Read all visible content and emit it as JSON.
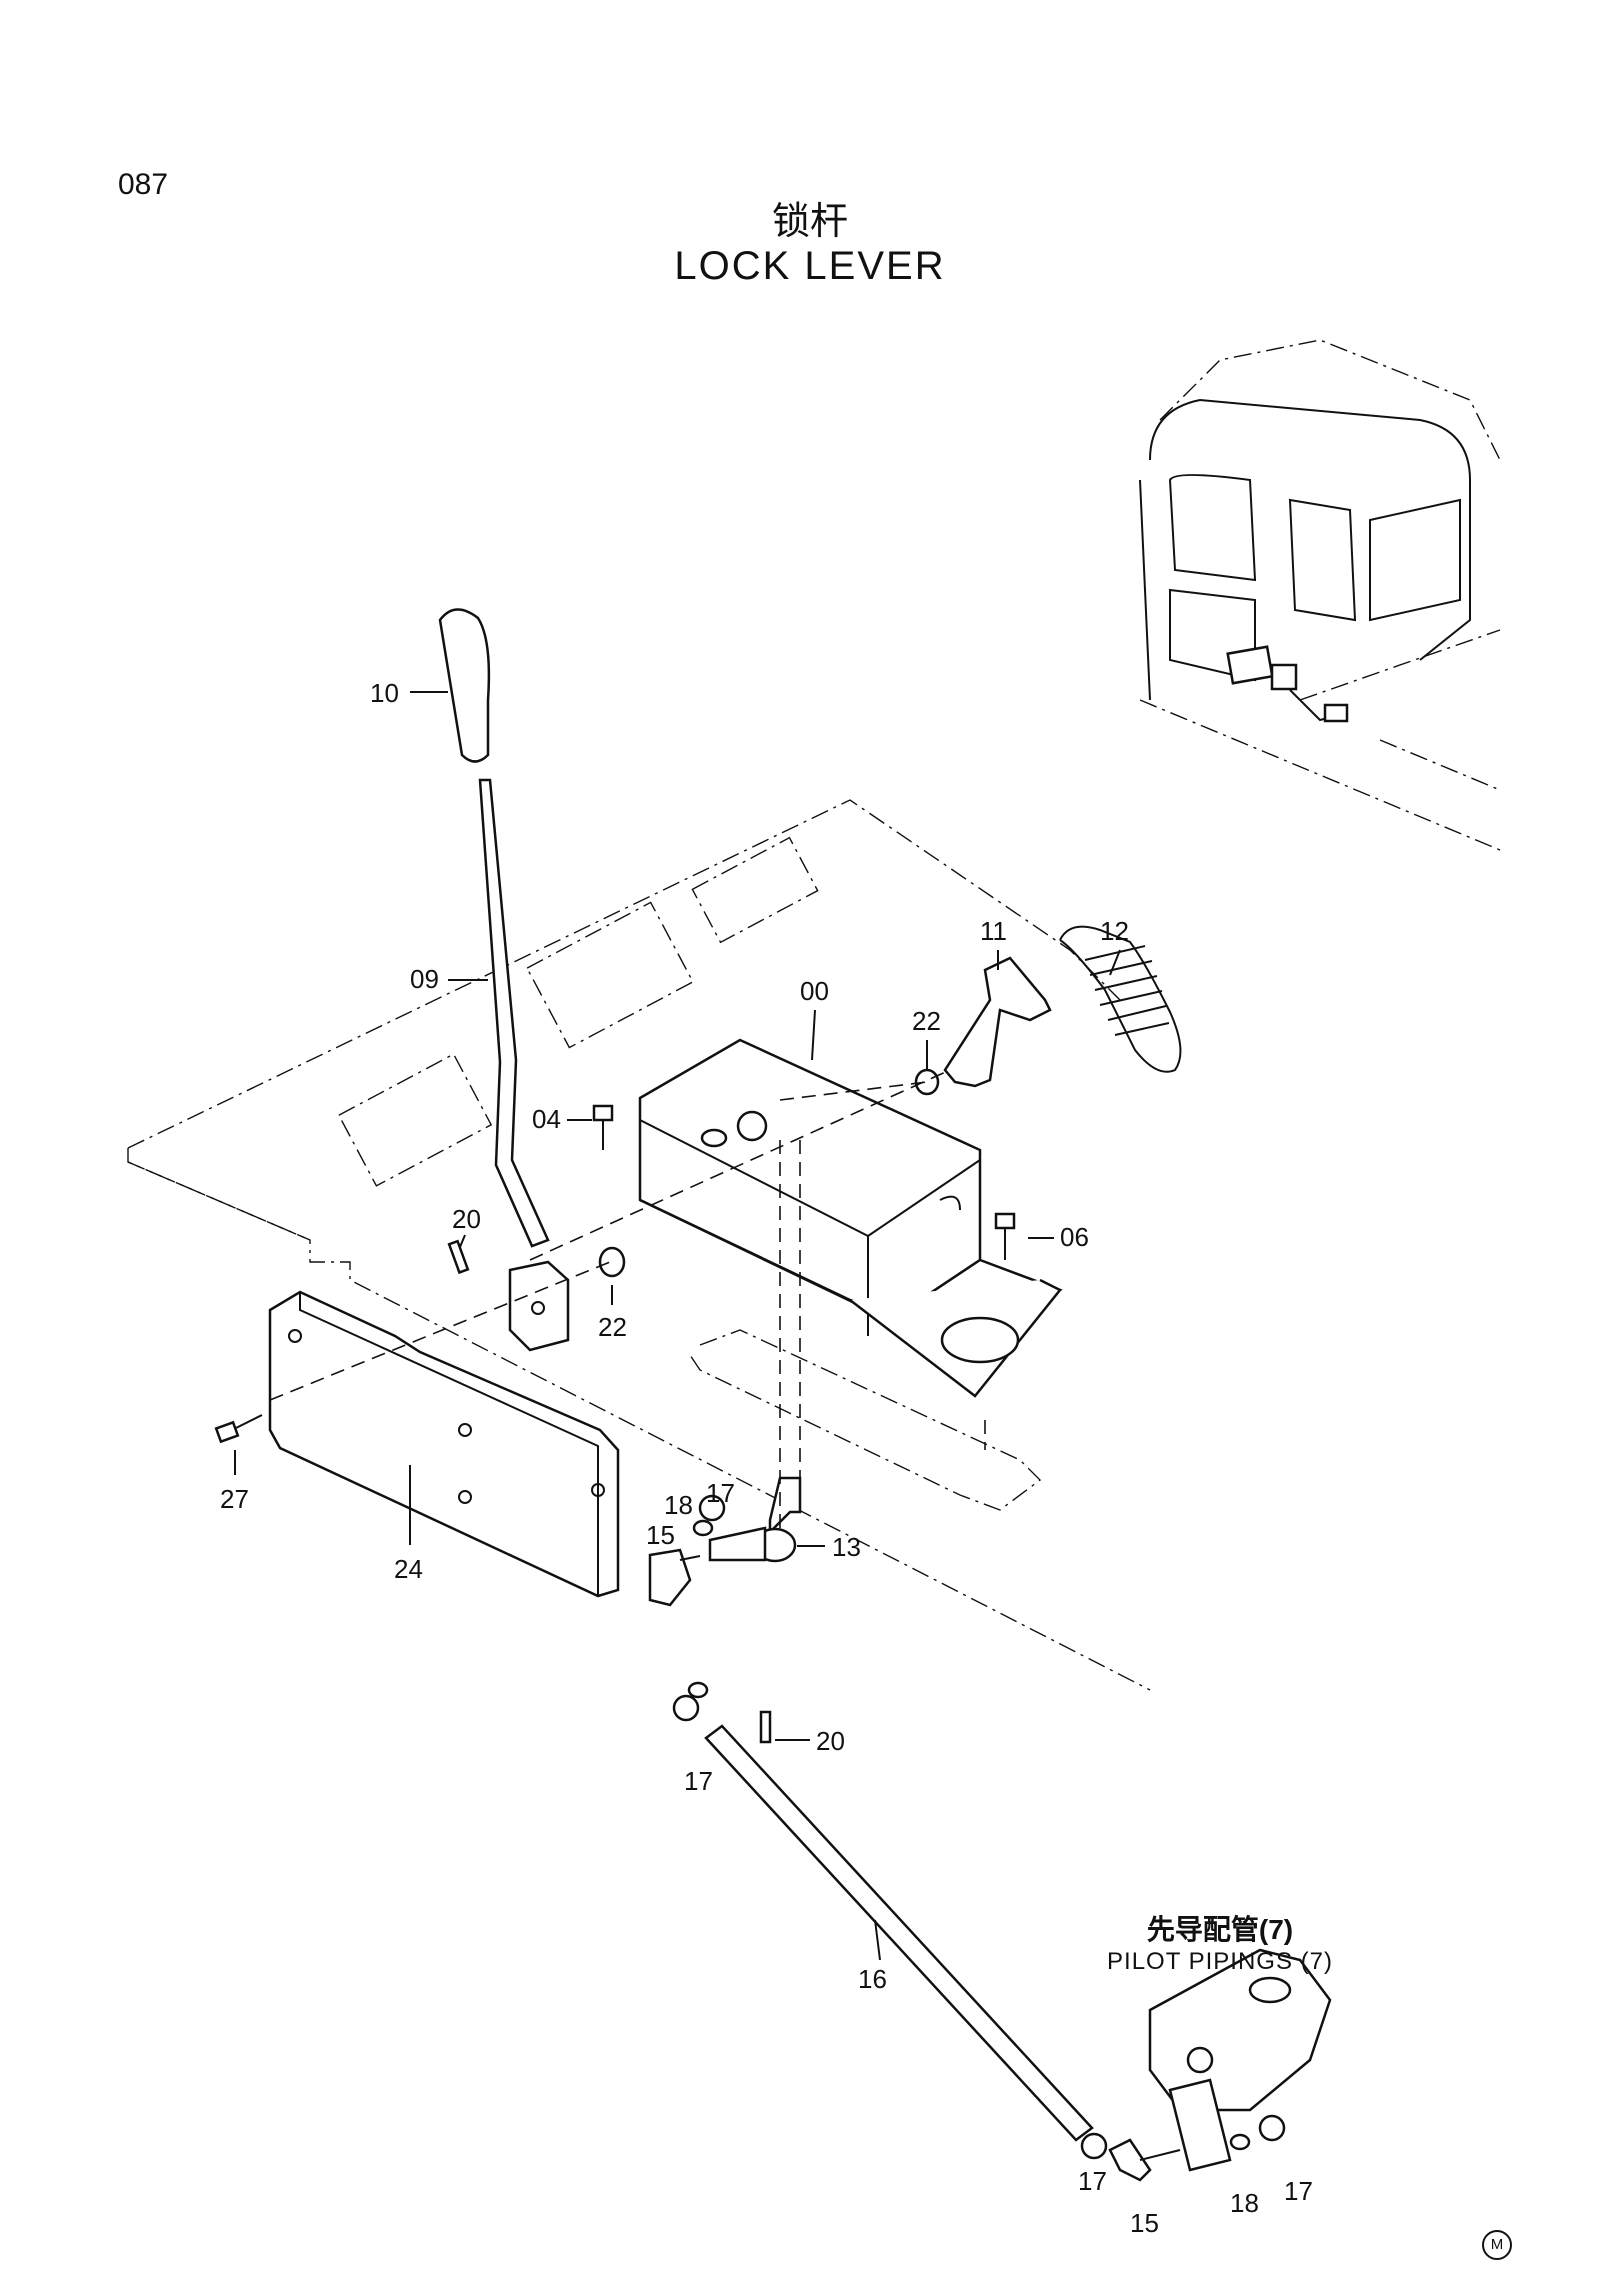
{
  "page": {
    "number": "087"
  },
  "title": {
    "chinese": "锁杆",
    "english": "LOCK LEVER"
  },
  "reference": {
    "chinese": "先导配管(7)",
    "english": "PILOT PIPINGS (7)"
  },
  "mark": "M",
  "callouts": {
    "c00": "00",
    "c04": "04",
    "c06": "06",
    "c09": "09",
    "c10": "10",
    "c11": "11",
    "c12": "12",
    "c13": "13",
    "c15a": "15",
    "c15b": "15",
    "c16": "16",
    "c17a": "17",
    "c17b": "17",
    "c17c": "17",
    "c17d": "17",
    "c18a": "18",
    "c18b": "18",
    "c20a": "20",
    "c20b": "20",
    "c22a": "22",
    "c22b": "22",
    "c24": "24",
    "c27": "27"
  }
}
